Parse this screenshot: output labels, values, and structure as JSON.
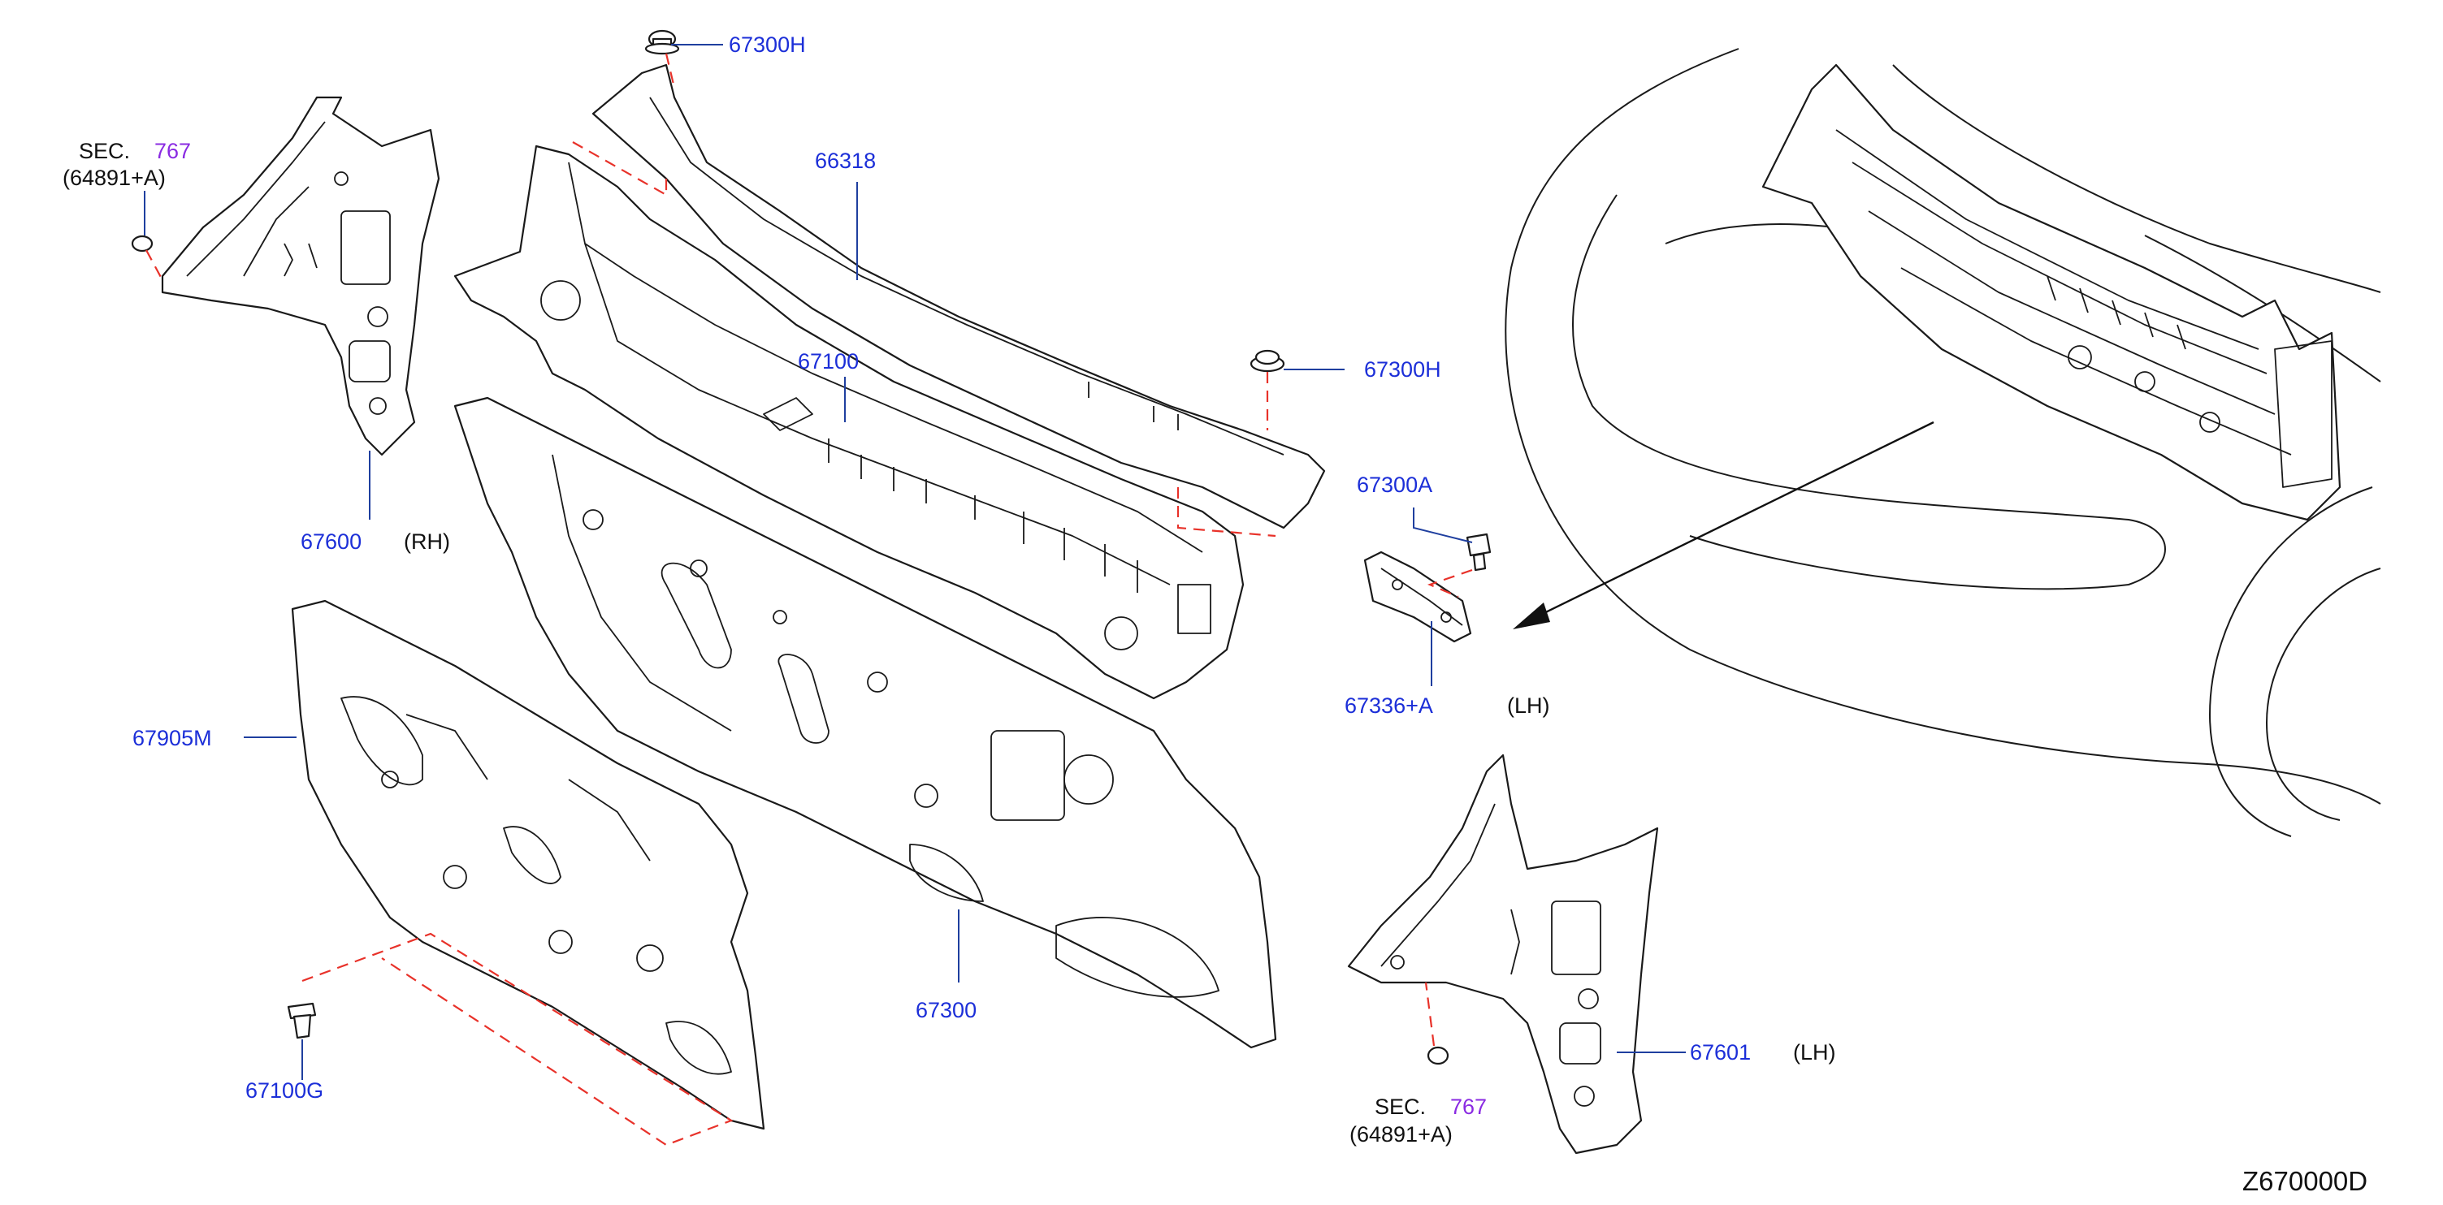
{
  "diagram_code": "Z670000D",
  "colors": {
    "part_number": "#1c2fd8",
    "section_ref": "#8a2be2",
    "leader": "#1f3f9f",
    "hidden_line": "#e8322a",
    "outline": "#1a1a1a"
  },
  "labels": {
    "p67300H_top": "67300H",
    "p66318": "66318",
    "p67100": "67100",
    "p67300H_right": "67300H",
    "p67300A": "67300A",
    "p67336A": "67336+A",
    "p67336A_side": "(LH)",
    "p67600": "67600",
    "p67600_side": "(RH)",
    "p67905M": "67905M",
    "p67300": "67300",
    "p67100G": "67100G",
    "p67601": "67601",
    "p67601_side": "(LH)",
    "sec_top_prefix": "SEC.",
    "sec_top_num": "767",
    "sec_top_ref": "(64891+A)",
    "sec_bottom_prefix": "SEC.",
    "sec_bottom_num": "767",
    "sec_bottom_ref": "(64891+A)"
  }
}
